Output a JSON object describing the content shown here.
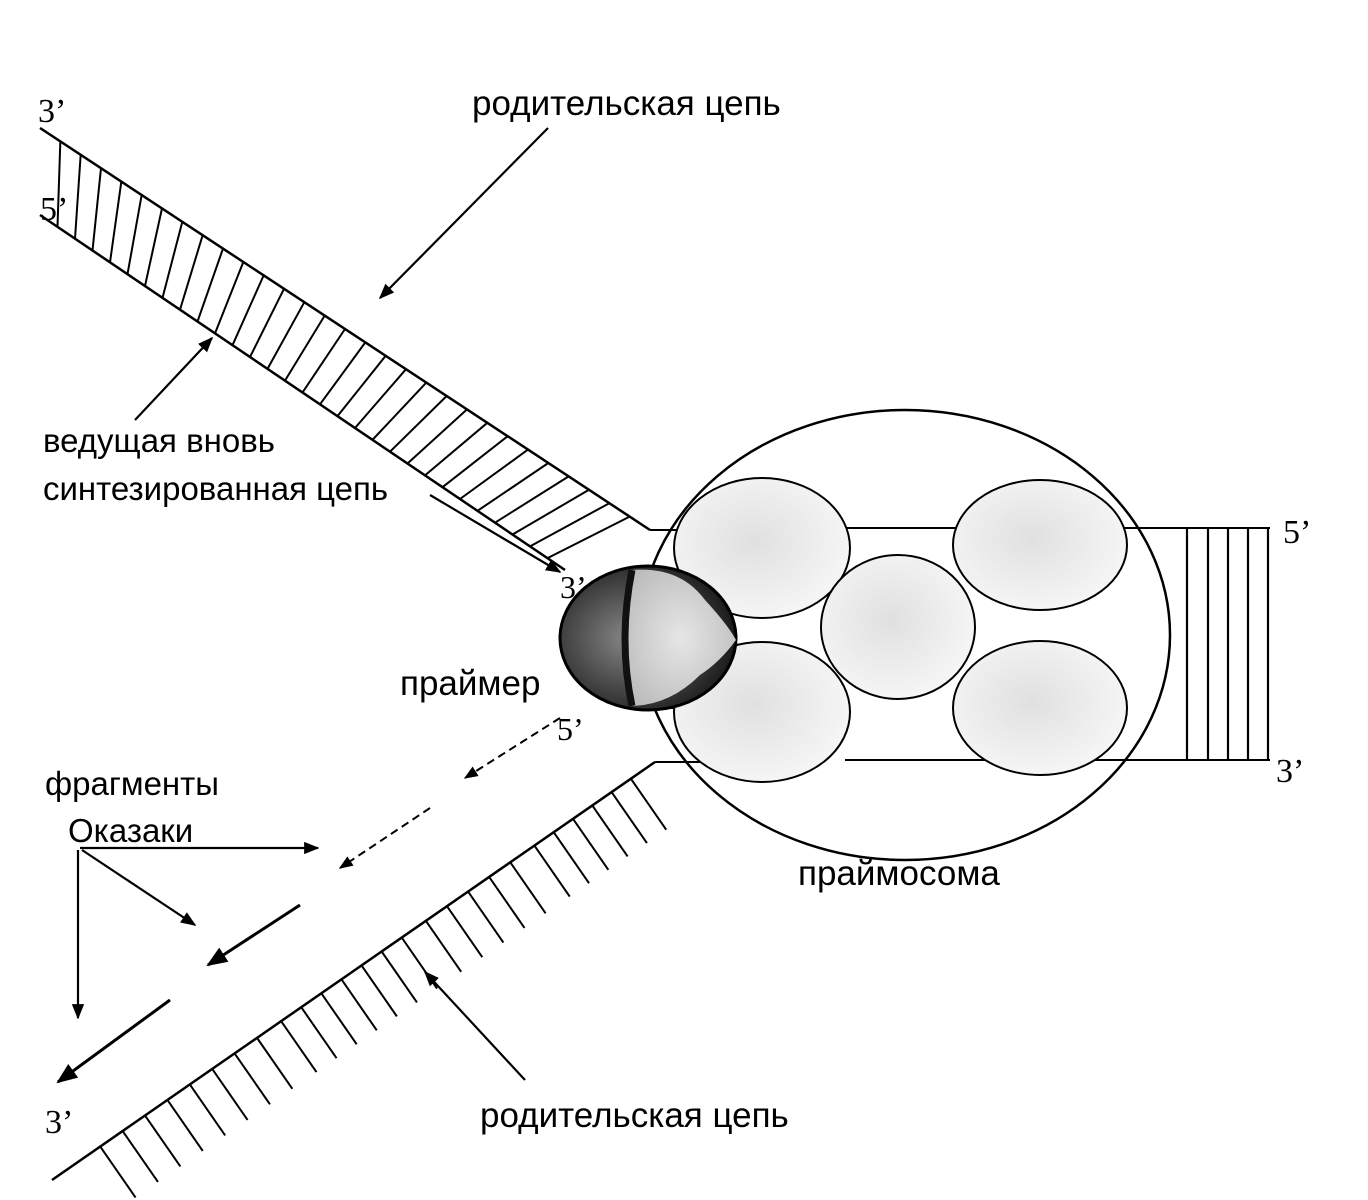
{
  "labels": {
    "parent_top": "родительская цепь",
    "parent_bottom": "родительская цепь",
    "leading_line1": "ведущая вновь",
    "leading_line2": "синтезированная цепь",
    "primer": "праймер",
    "primosome": "праймосома",
    "okazaki_line1": "фрагменты",
    "okazaki_line2": "Оказаки"
  },
  "ends": {
    "top_left_3": "3’",
    "top_left_5": "5’",
    "leading_3": "3’",
    "right_5": "5’",
    "right_3": "3’",
    "lagging_5": "5’",
    "bottom_3": "3’"
  },
  "colors": {
    "ink": "#000000",
    "paper": "#ffffff",
    "subunit_fill": "#ededed"
  }
}
